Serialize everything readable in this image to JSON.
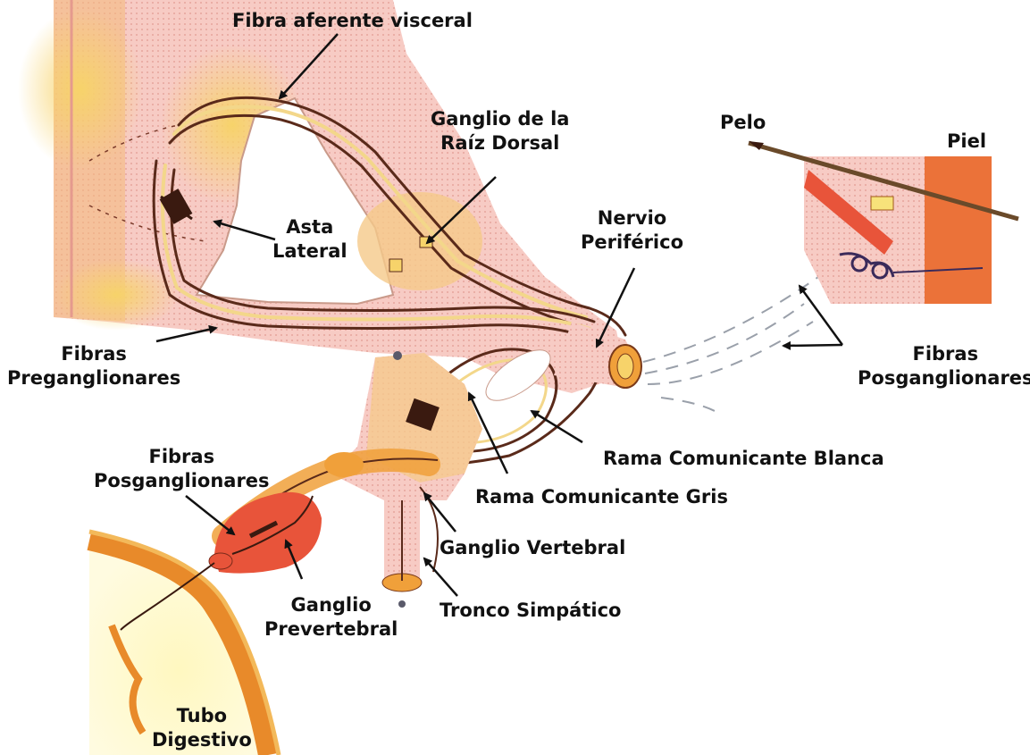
{
  "colors": {
    "cord": "#f7c9c2",
    "cord_dots": "#e8a9a0",
    "yellow": "#f6d06a",
    "orange": "#f0a03a",
    "fiber_dark": "#5a2a1a",
    "fiber_light": "#f3d78a",
    "gray_matter": "#ffffff",
    "red_ganglion": "#e8543a",
    "gut_wall": "#e88a2a",
    "gut_inner": "#fff4b0",
    "label_text": "#111111",
    "arrow": "#111111"
  },
  "labels": {
    "fibra_aferente_visceral": "Fibra aferente visceral",
    "ganglio_raiz_dorsal": [
      "Ganglio de la",
      "Raíz Dorsal"
    ],
    "asta_lateral": [
      "Asta",
      "Lateral"
    ],
    "nervio_periferico": [
      "Nervio",
      "Periférico"
    ],
    "pelo": "Pelo",
    "piel": "Piel",
    "fibras_preganglionares": [
      "Fibras",
      "Preganglionares"
    ],
    "fibras_posganglionares_right": [
      "Fibras",
      "Posganglionares"
    ],
    "rama_comunicante_blanca": "Rama Comunicante Blanca",
    "rama_comunicante_gris": "Rama Comunicante Gris",
    "fibras_posganglionares_left": [
      "Fibras",
      "Posganglionares"
    ],
    "ganglio_vertebral": "Ganglio Vertebral",
    "tronco_simpatico": "Tronco Simpático",
    "ganglio_prevertebral": [
      "Ganglio",
      "Prevertebral"
    ],
    "tubo_digestivo": [
      "Tubo",
      "Digestivo"
    ]
  }
}
